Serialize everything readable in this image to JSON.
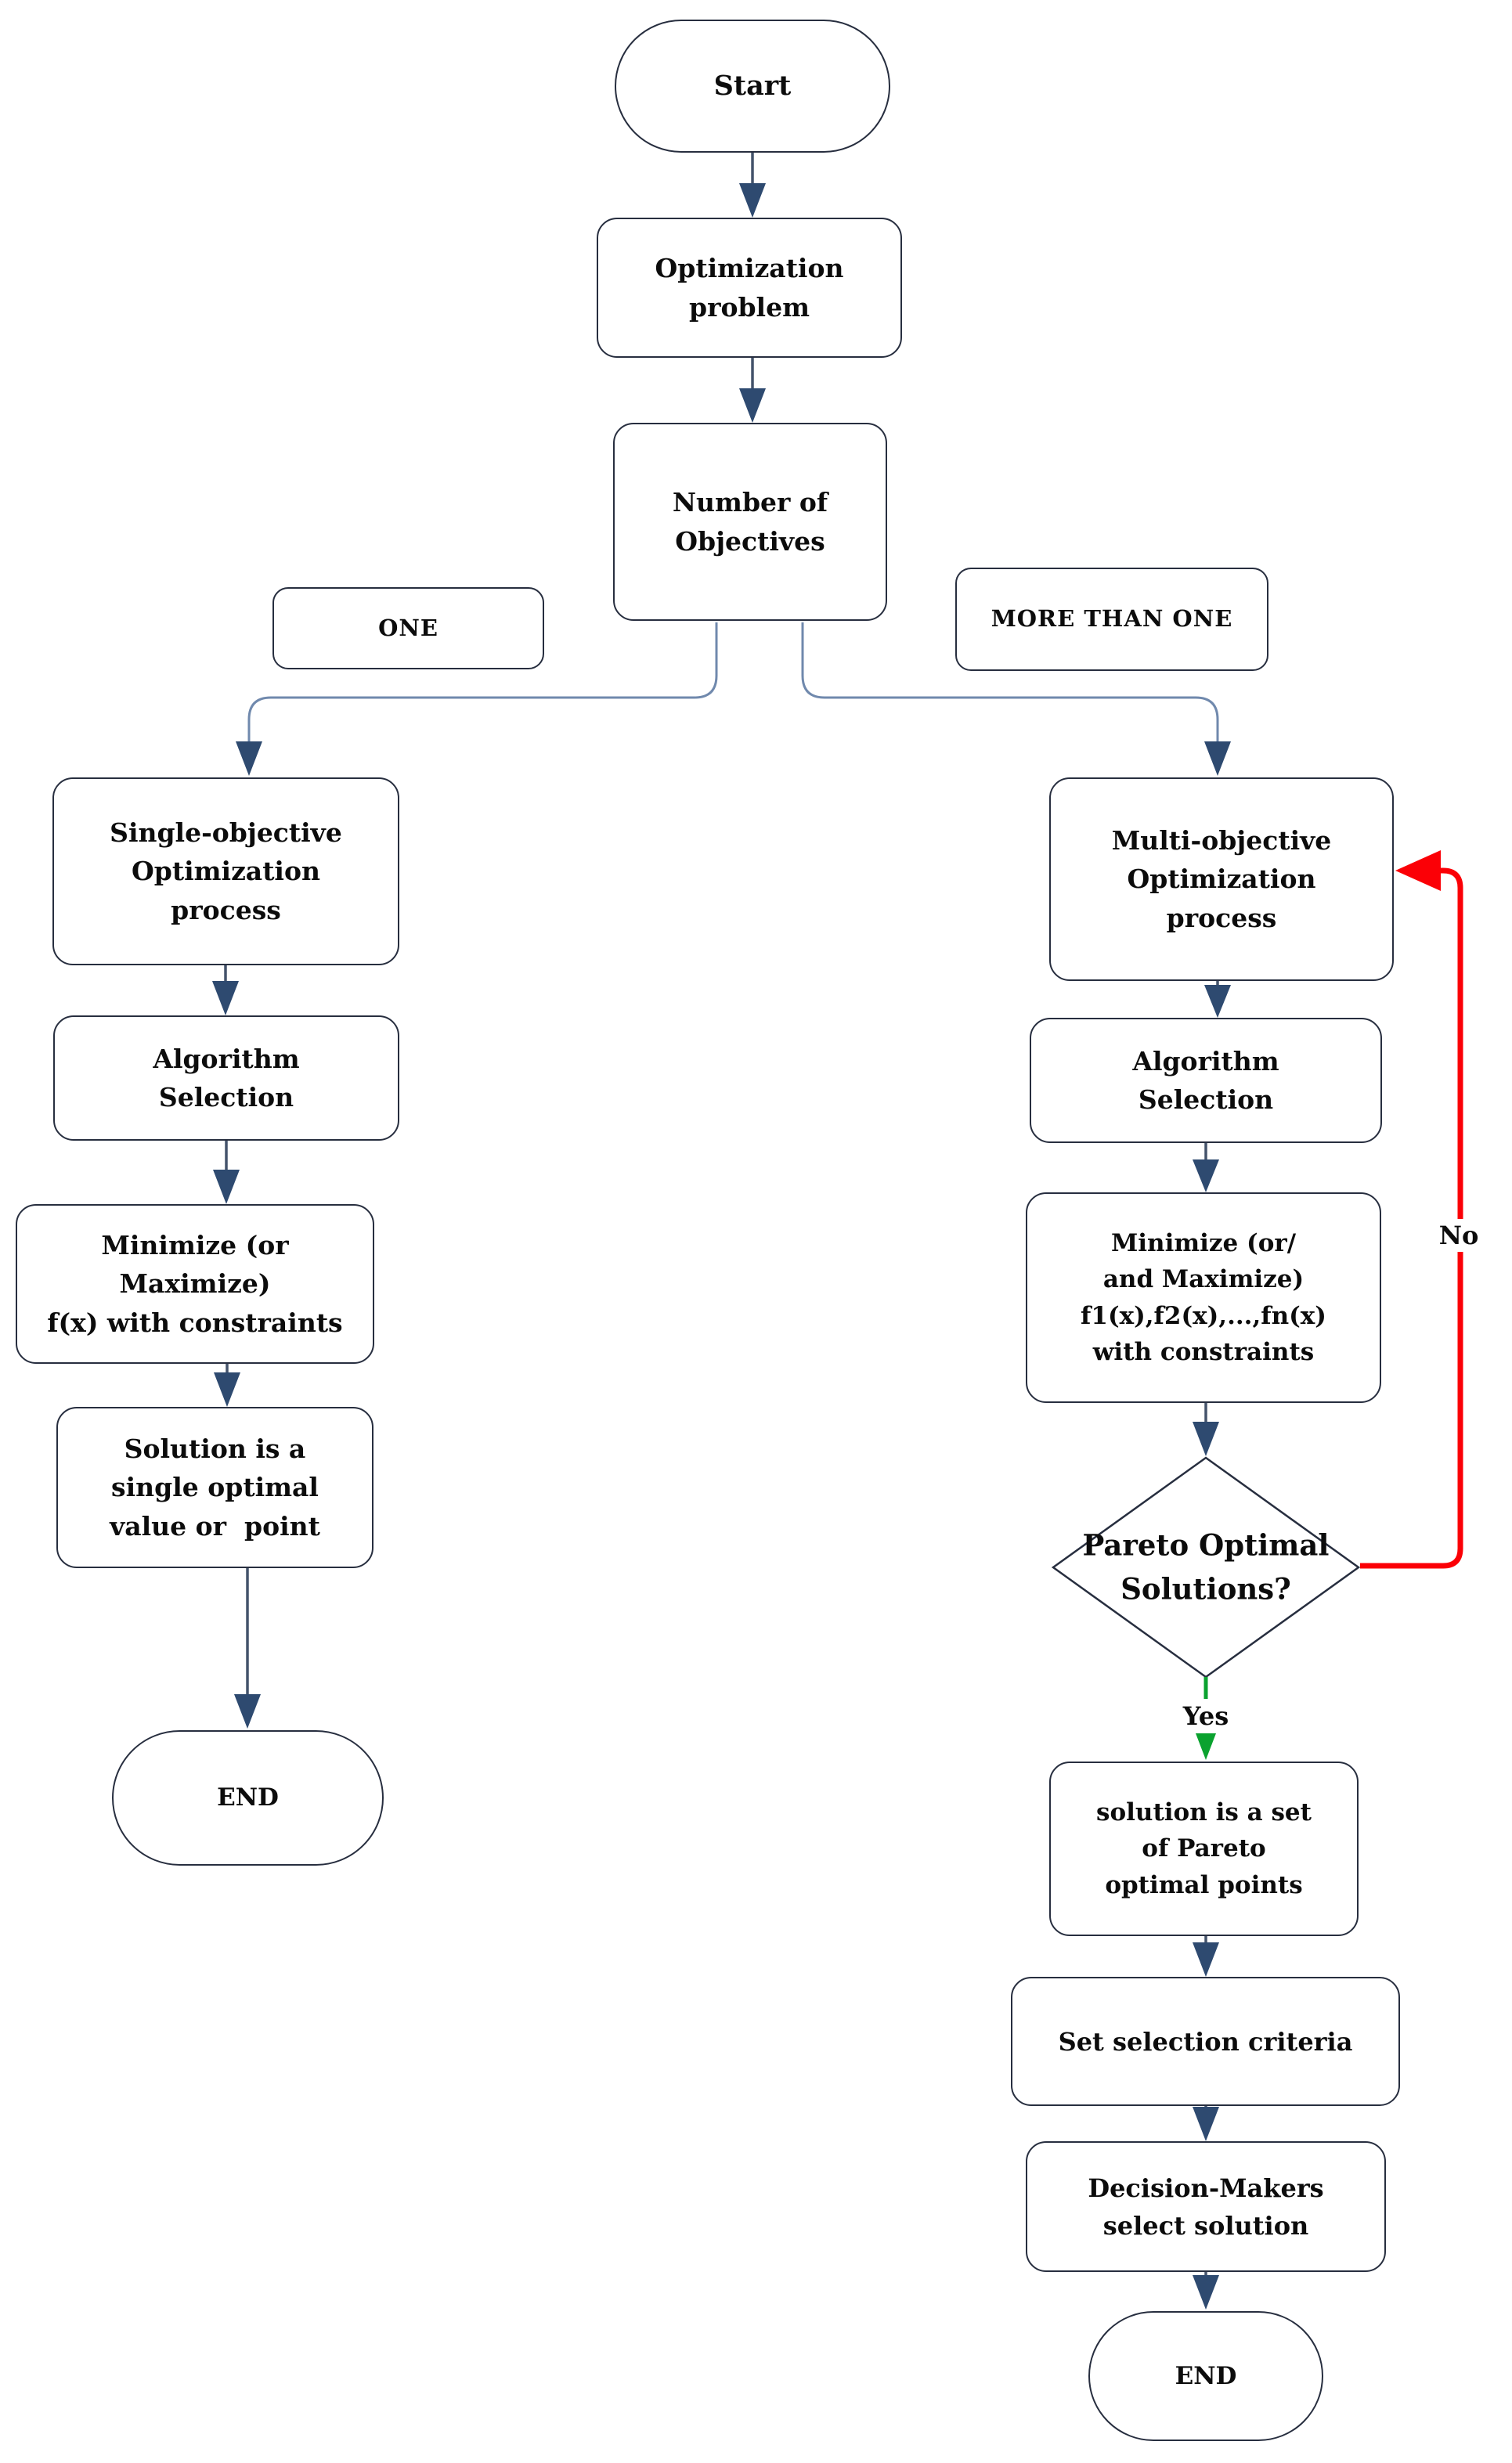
{
  "flowchart": {
    "start": {
      "label": "Start"
    },
    "optimization_problem": {
      "lines": [
        "Optimization",
        "problem"
      ]
    },
    "number_of_objectives": {
      "lines": [
        "Number of",
        "Objectives"
      ]
    },
    "branch_one": {
      "label": "ONE"
    },
    "branch_more_than_one": {
      "label": "MORE THAN ONE"
    },
    "single_objective_process": {
      "lines": [
        "Single-objective",
        "Optimization",
        "process"
      ]
    },
    "algorithm_selection_left": {
      "lines": [
        "Algorithm",
        "Selection"
      ]
    },
    "minimize_single": {
      "lines": [
        "Minimize (or",
        "Maximize)",
        "f(x) with constraints"
      ]
    },
    "solution_single": {
      "lines": [
        "Solution is a",
        "single optimal",
        "value or  point"
      ]
    },
    "end_left": {
      "label": "END"
    },
    "multi_objective_process": {
      "lines": [
        "Multi-objective",
        "Optimization",
        "process"
      ]
    },
    "algorithm_selection_right": {
      "lines": [
        "Algorithm",
        "Selection"
      ]
    },
    "minimize_multi": {
      "lines": [
        "Minimize (or/",
        "and Maximize)",
        "f1(x),f2(x),...,fn(x)",
        "with constraints"
      ]
    },
    "pareto_decision": {
      "lines": [
        "Pareto Optimal",
        "Solutions?"
      ]
    },
    "solution_pareto_set": {
      "lines": [
        "solution is a set",
        "of Pareto",
        "optimal points"
      ]
    },
    "set_selection_criteria": {
      "label": "Set selection criteria"
    },
    "decision_makers": {
      "lines": [
        "Decision-Makers",
        "select solution"
      ]
    },
    "end_right": {
      "label": "END"
    },
    "edge_labels": {
      "no": "No",
      "yes": "Yes"
    },
    "colors": {
      "arrow": "#2e4a70",
      "shaft": "#44536b",
      "branch_line": "#7089ad",
      "loop_red": "#fb0006",
      "yes_green": "#0ba22f",
      "border": "#272e3f",
      "text": "#0c0c0c"
    }
  }
}
